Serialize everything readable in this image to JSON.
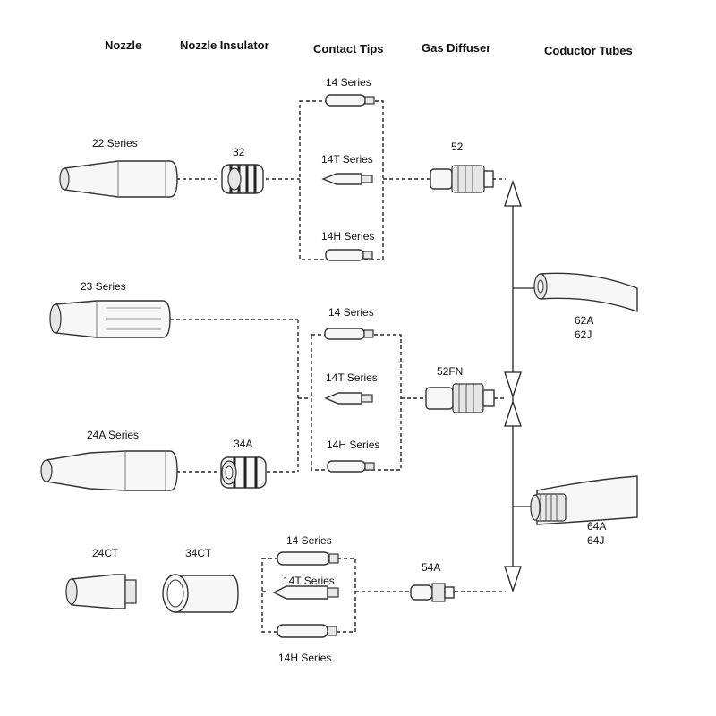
{
  "headers": {
    "nozzle": "Nozzle",
    "nozzle_insulator": "Nozzle Insulator",
    "contact_tips": "Contact Tips",
    "gas_diffuser": "Gas Diffuser",
    "conductor_tubes": "Coductor Tubes"
  },
  "nozzles": {
    "n22": "22 Series",
    "n23": "23 Series",
    "n24a": "24A Series",
    "n24ct": "24CT"
  },
  "insulators": {
    "i32": "32",
    "i34a": "34A",
    "i34ct": "34CT"
  },
  "tips": {
    "g1_14": "14 Series",
    "g1_14t": "14T Series",
    "g1_14h": "14H Series",
    "g2_14": "14 Series",
    "g2_14t": "14T Series",
    "g2_14h": "14H Series",
    "g3_14": "14 Series",
    "g3_14t": "14T Series",
    "g3_14h": "14H Series"
  },
  "diffusers": {
    "d52": "52",
    "d52fn": "52FN",
    "d54a": "54A"
  },
  "tubes": {
    "t62a": "62A",
    "t62j": "62J",
    "t64a": "64A",
    "t64j": "64J"
  }
}
